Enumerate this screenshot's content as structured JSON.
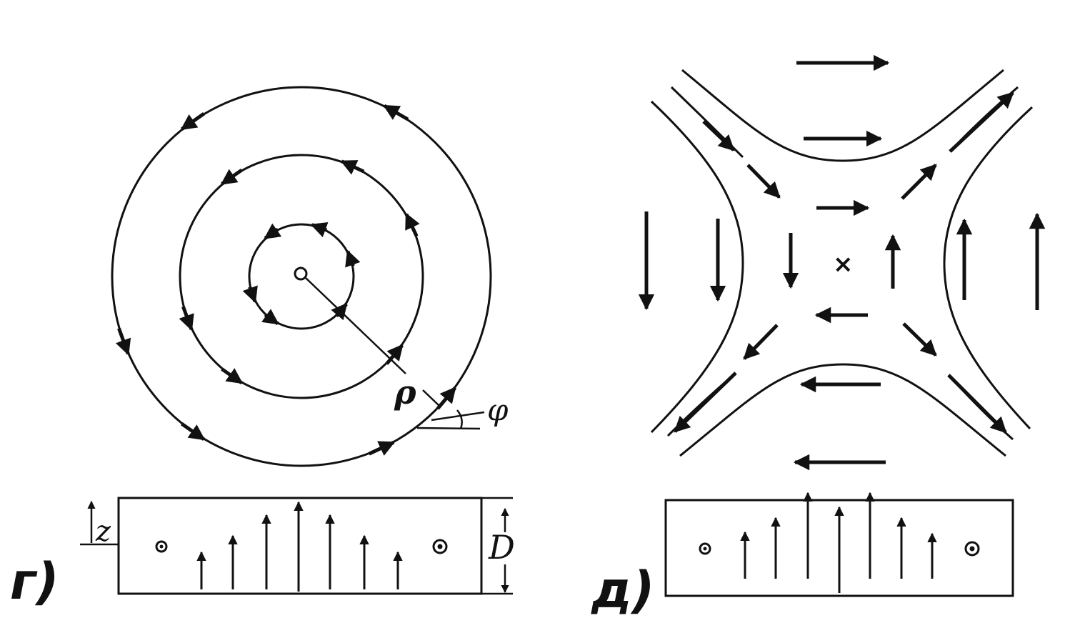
{
  "panel_g": {
    "label": "г)",
    "radius_label": "ρ",
    "angle_label": "φ",
    "height_label": "z",
    "thickness_label": "D"
  },
  "panel_d": {
    "label": "д)",
    "center_mark": "×"
  },
  "colors": {
    "ink": "#111111",
    "background": "#ffffff"
  }
}
